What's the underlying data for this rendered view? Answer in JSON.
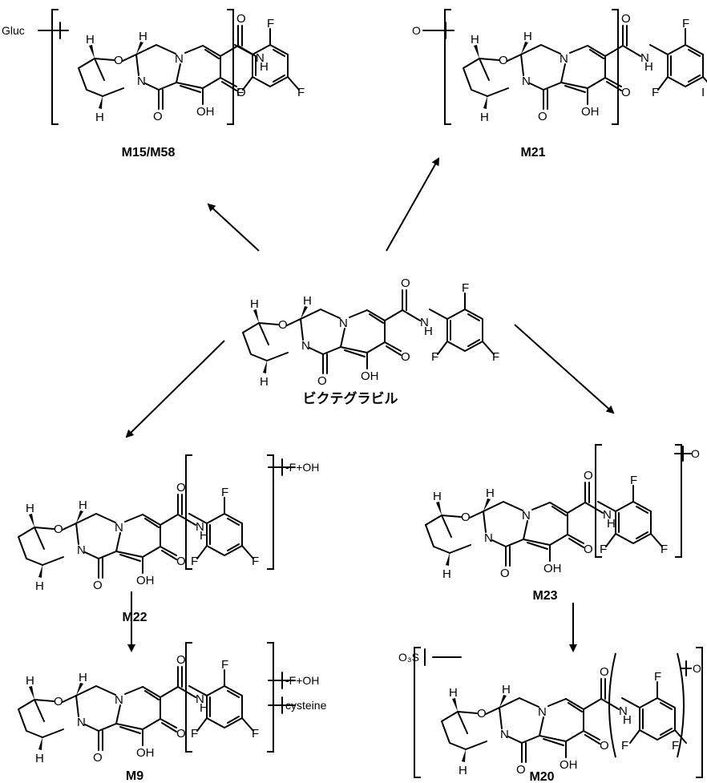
{
  "atoms": {
    "O": "O",
    "N": "N",
    "H": "H",
    "NH_h": "H",
    "NH_n": "N",
    "OH": "OH",
    "F": "F"
  },
  "compounds": {
    "parent": {
      "label": "ビクテグラビル"
    },
    "m15": {
      "label": "M15/M58",
      "substituent": "Gluc"
    },
    "m21": {
      "label": "M21",
      "substituent": "O",
      "extra_atom": "I"
    },
    "m22": {
      "label": "M22",
      "modification": "-F+OH"
    },
    "m23": {
      "label": "M23",
      "substituent": "O"
    },
    "m9": {
      "label": "M9",
      "modification": "-F+OH",
      "modification2": "cysteine"
    },
    "m20": {
      "label": "M20",
      "substituent": "O₃S",
      "substituent2": "O"
    }
  }
}
